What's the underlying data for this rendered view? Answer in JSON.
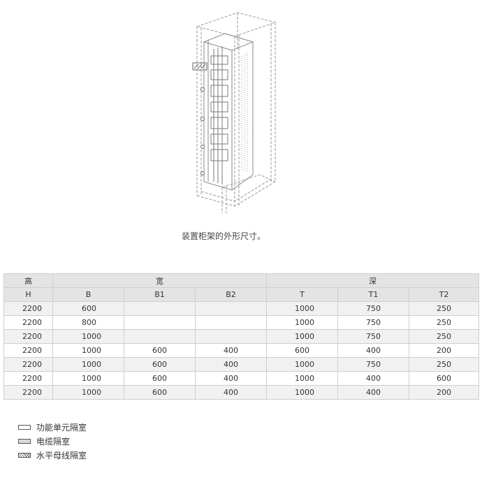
{
  "figure": {
    "icon": "cabinet-frame-isometric-icon"
  },
  "caption": "装置柜架的外形尺寸。",
  "table": {
    "group_headers": [
      "高",
      "宽",
      "深"
    ],
    "sub_headers": [
      "H",
      "B",
      "B1",
      "B2",
      "T",
      "T1",
      "T2"
    ],
    "rows": [
      [
        "2200",
        "600",
        "",
        "",
        "1000",
        "750",
        "250"
      ],
      [
        "2200",
        "800",
        "",
        "",
        "1000",
        "750",
        "250"
      ],
      [
        "2200",
        "1000",
        "",
        "",
        "1000",
        "750",
        "250"
      ],
      [
        "2200",
        "1000",
        "600",
        "400",
        "600",
        "400",
        "200"
      ],
      [
        "2200",
        "1000",
        "600",
        "400",
        "1000",
        "750",
        "250"
      ],
      [
        "2200",
        "1000",
        "600",
        "400",
        "1000",
        "400",
        "600"
      ],
      [
        "2200",
        "1000",
        "600",
        "400",
        "1000",
        "400",
        "200"
      ]
    ]
  },
  "legend": [
    {
      "label": "功能单元隔室",
      "pattern": "plain"
    },
    {
      "label": "电缆隔室",
      "pattern": "dotted"
    },
    {
      "label": "水平母线隔室",
      "pattern": "hatched"
    }
  ]
}
